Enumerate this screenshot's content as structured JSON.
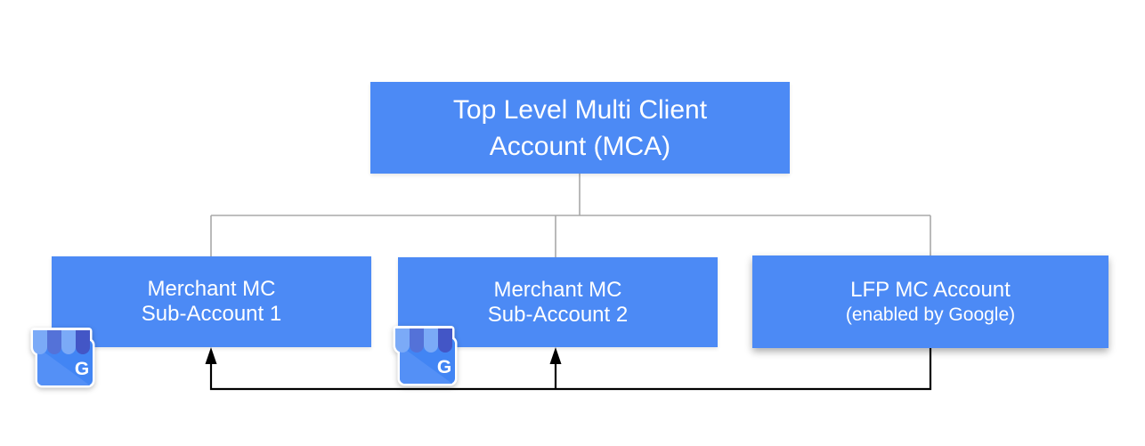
{
  "nodes": {
    "mca": {
      "line1": "Top Level Multi Client",
      "line2": "Account (MCA)"
    },
    "sub1": {
      "line1": "Merchant MC",
      "line2": "Sub-Account 1"
    },
    "sub2": {
      "line1": "Merchant MC",
      "line2": "Sub-Account 2"
    },
    "lfp": {
      "line1": "LFP MC Account",
      "line2": "(enabled by Google)"
    }
  },
  "icons": {
    "sub1_badge": "google-business-icon",
    "sub2_badge": "google-business-icon",
    "letter": "G"
  },
  "colors": {
    "canvas_bg": "#ffffff",
    "node_fill": "#4c8af5",
    "node_text": "#ffffff",
    "tree_line": "#a8a8a8",
    "link_line": "#000000",
    "icon_blue": "#4285f4",
    "icon_blue_light": "#5490f6",
    "icon_awning_light": "#7baaf7",
    "icon_awning_medium": "#5472d8",
    "icon_awning_dark": "#4356c6"
  }
}
